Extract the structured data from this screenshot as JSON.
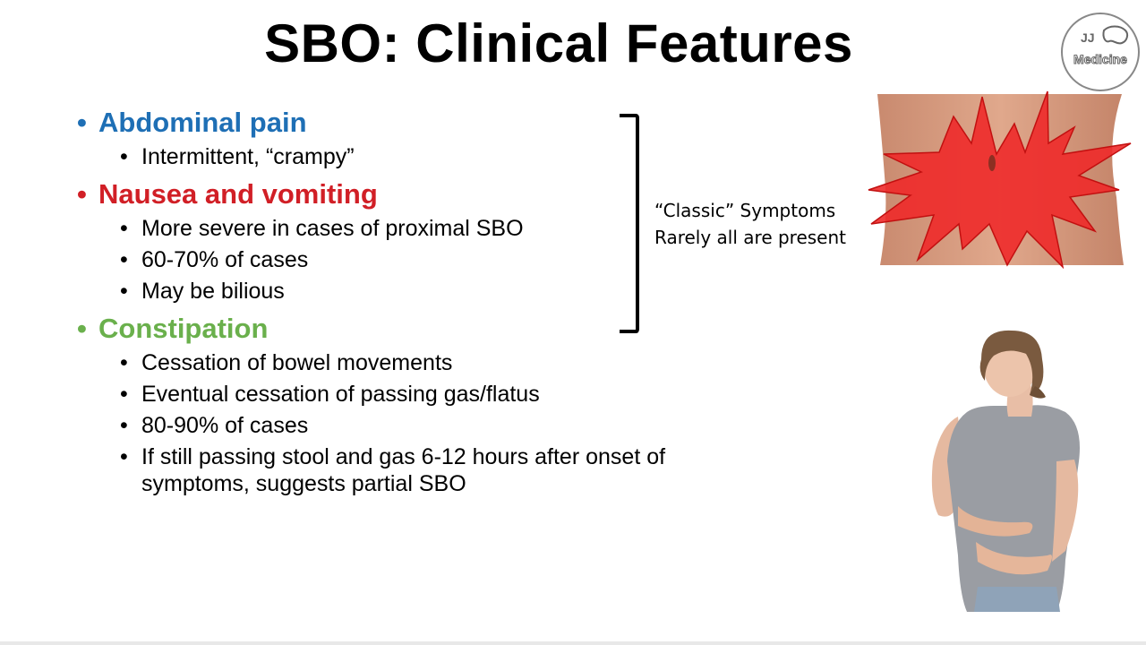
{
  "title": "SBO: Clinical Features",
  "logo": {
    "line1": "JJ",
    "line2": "Medicine"
  },
  "sections": [
    {
      "heading": "Abdominal pain",
      "color": "#1e6fb5",
      "items": [
        "Intermittent, “crampy”"
      ]
    },
    {
      "heading": "Nausea and vomiting",
      "color": "#d11f26",
      "items": [
        "More severe in cases of proximal SBO",
        "60-70% of cases",
        "May be bilious"
      ]
    },
    {
      "heading": "Constipation",
      "color": "#6ab04c",
      "items": [
        "Cessation of bowel movements",
        "Eventual cessation of passing gas/flatus",
        "80-90% of cases",
        "If still passing stool and gas 6-12 hours after onset of symptoms, suggests partial SBO"
      ]
    }
  ],
  "bracket_note": {
    "line1": "“Classic” Symptoms",
    "line2": "Rarely all are present"
  }
}
